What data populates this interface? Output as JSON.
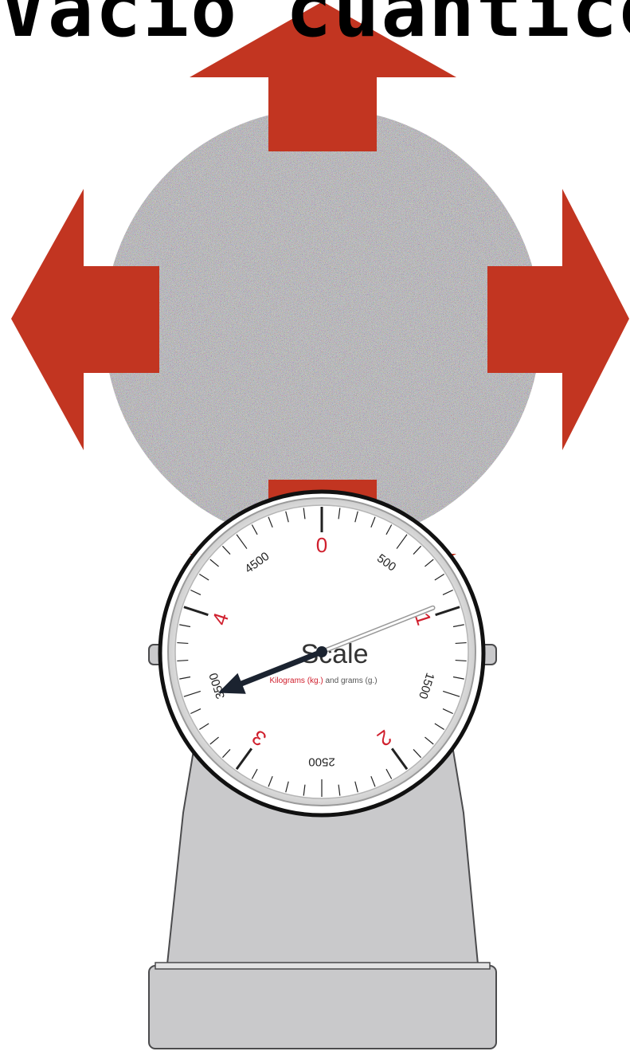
{
  "title": "Vacío cuántico?",
  "colors": {
    "arrow": "#c23521",
    "scale_body": "#c9c9cb",
    "scale_dark": "#6f6f72",
    "dial_numbers": "#d0202e",
    "needle": "#1b2330",
    "noise_base": "#b9b7b4"
  },
  "dial": {
    "brand": "Scale",
    "units_red": "Kilograms (kg.)",
    "units_rest": " and grams (g.)",
    "kg_labels": [
      "0",
      "1",
      "2",
      "3",
      "4"
    ],
    "gram_labels": [
      "500",
      "1500",
      "2500",
      "3500",
      "4500"
    ],
    "reading_kg": 3.45
  },
  "icons": {
    "arrow_up": "arrow-up-icon",
    "arrow_down": "arrow-down-icon",
    "arrow_left": "arrow-left-icon",
    "arrow_right": "arrow-right-icon",
    "scale": "kitchen-scale-icon"
  }
}
